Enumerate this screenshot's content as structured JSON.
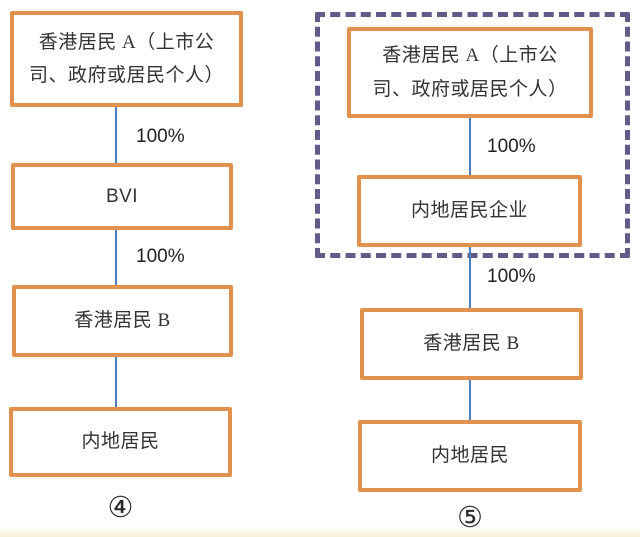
{
  "colors": {
    "node_border": "#e0914e",
    "connector": "#4e7cc0",
    "group_border": "#615b8a",
    "text": "#333333"
  },
  "left": {
    "caption": "④",
    "nodes": [
      {
        "label": "香港居民 A（上市公\n司、政府或居民个人）"
      },
      {
        "label": "BVI"
      },
      {
        "label": "香港居民 B"
      },
      {
        "label": "内地居民"
      }
    ],
    "edge_labels": [
      "100%",
      "100%"
    ]
  },
  "right": {
    "caption": "⑤",
    "nodes": [
      {
        "label": "香港居民 A（上市公\n司、政府或居民个人）"
      },
      {
        "label": "内地居民企业"
      },
      {
        "label": "香港居民 B"
      },
      {
        "label": "内地居民"
      }
    ],
    "edge_labels": [
      "100%",
      "100%"
    ]
  }
}
